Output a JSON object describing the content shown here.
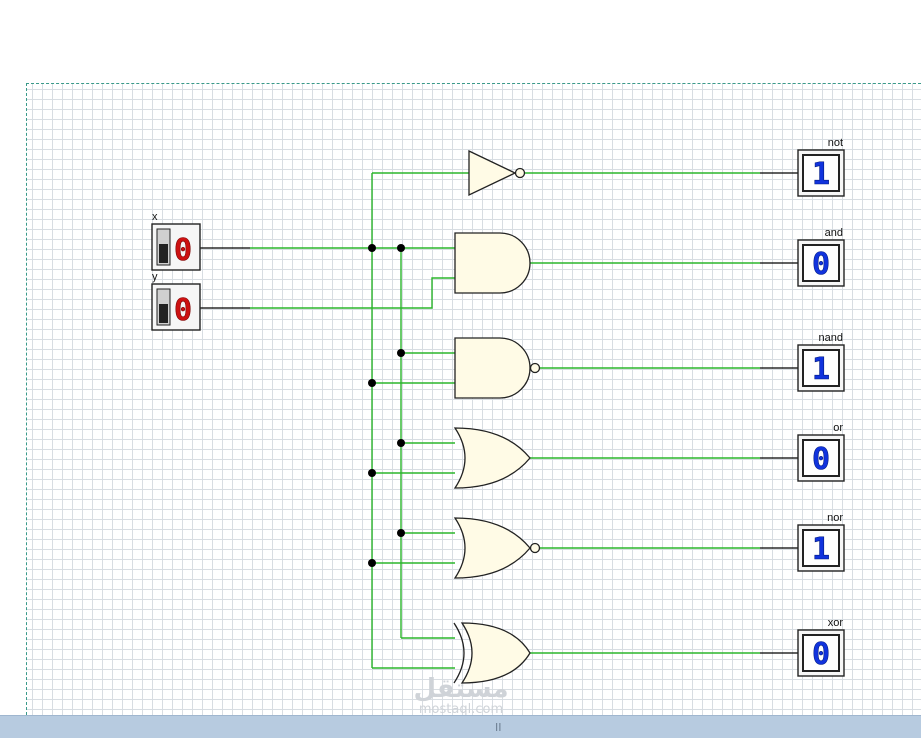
{
  "inputs": [
    {
      "name": "x",
      "value": "0"
    },
    {
      "name": "y",
      "value": "0"
    }
  ],
  "outputs": [
    {
      "name": "not",
      "value": "1"
    },
    {
      "name": "and",
      "value": "0"
    },
    {
      "name": "nand",
      "value": "1"
    },
    {
      "name": "or",
      "value": "0"
    },
    {
      "name": "nor",
      "value": "1"
    },
    {
      "name": "xor",
      "value": "0"
    }
  ],
  "gates": [
    "not",
    "and",
    "nand",
    "or",
    "nor",
    "xor"
  ],
  "watermark": {
    "arabic": "مستقل",
    "latin": "mostaql.com"
  },
  "statusbar": {
    "grip": "II"
  },
  "colors": {
    "wire": "#2bb52b",
    "gate_fill": "#fffbe6",
    "input_digit": "#cc1111",
    "output_digit": "#1133dd",
    "junction": "#000000"
  }
}
